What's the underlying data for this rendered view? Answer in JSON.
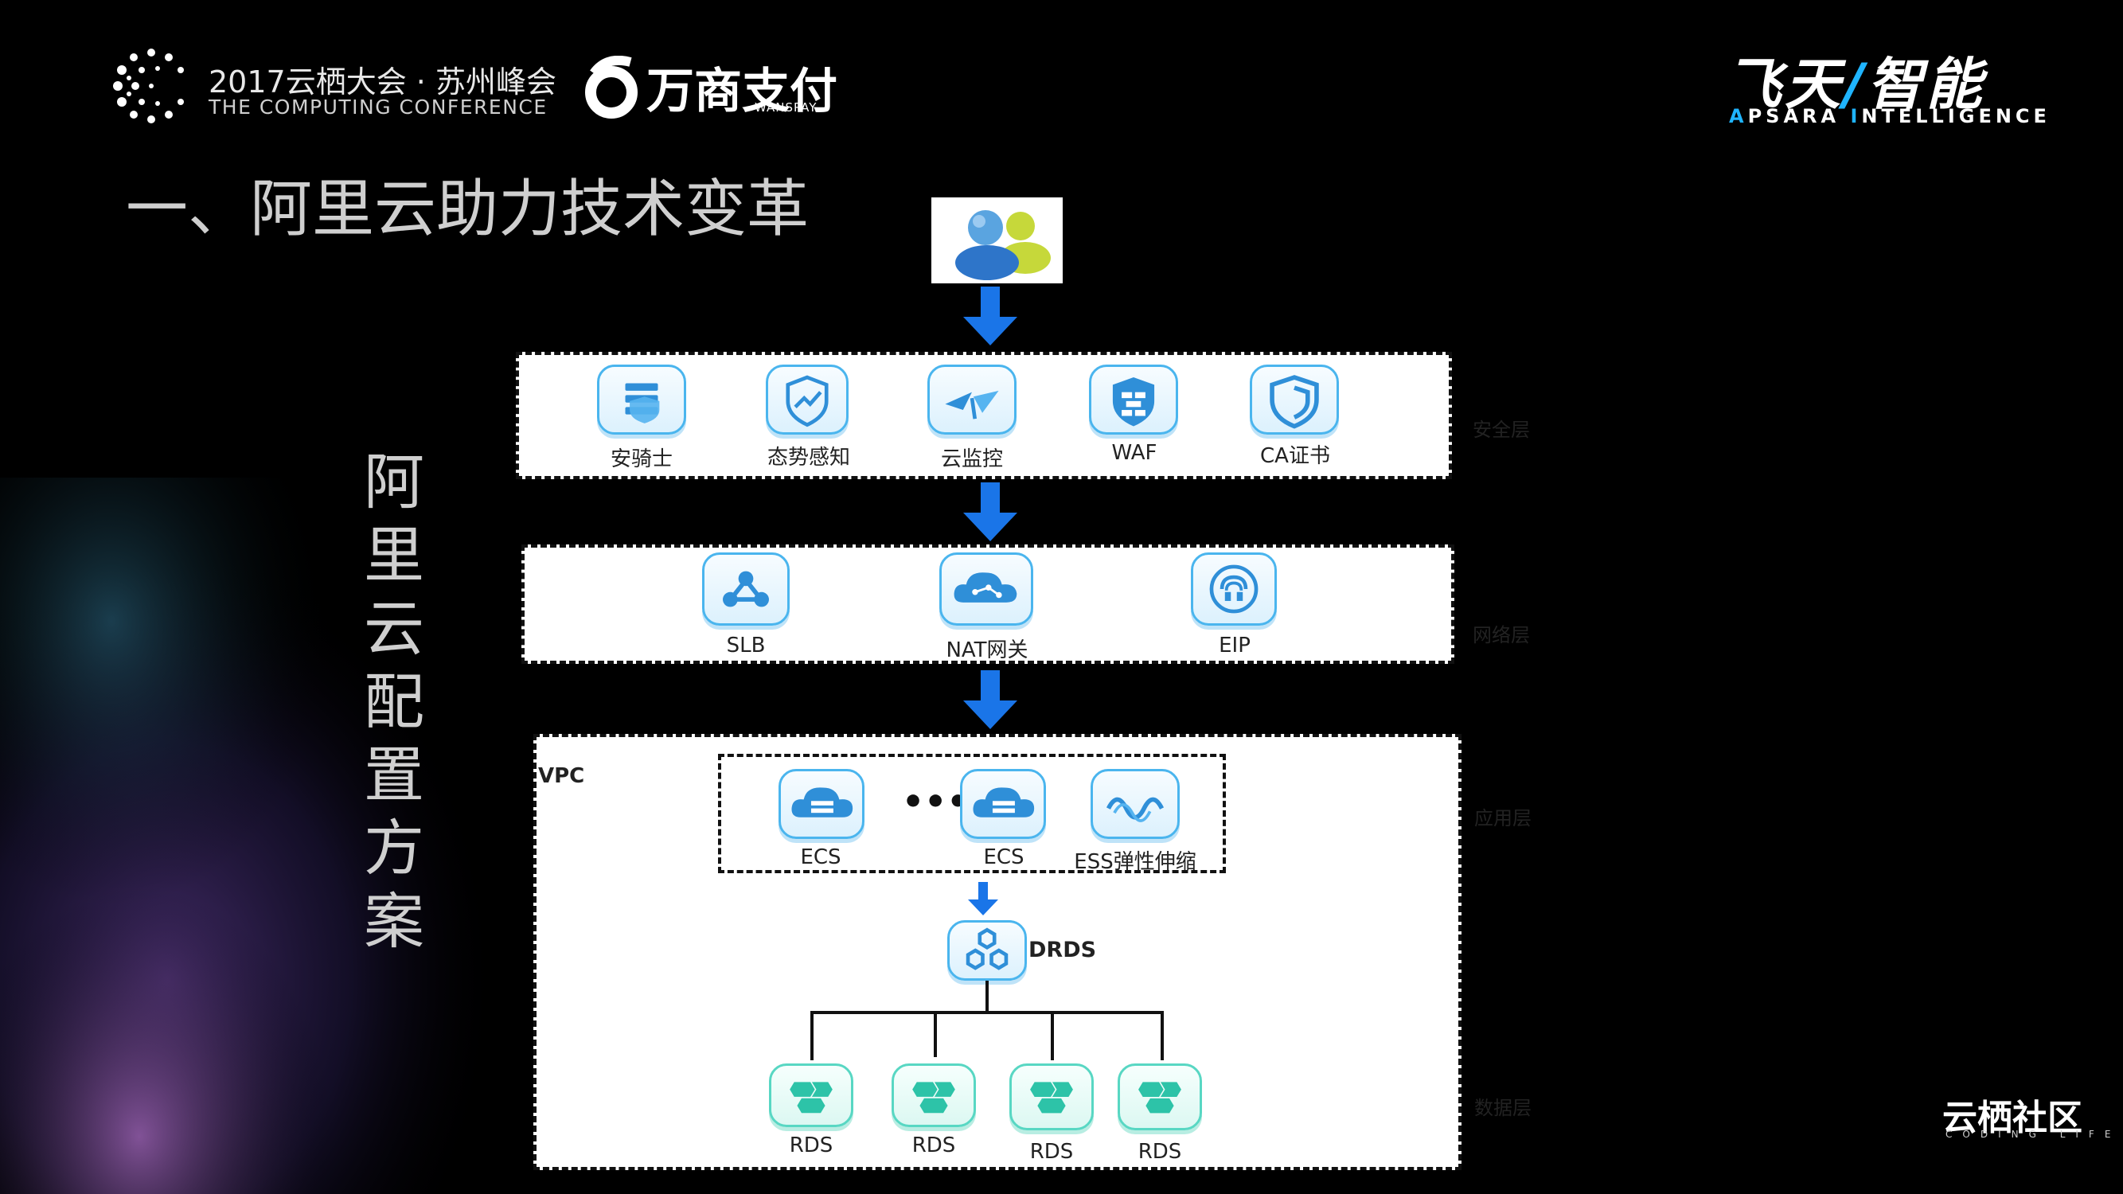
{
  "header": {
    "conference_title": "2017云栖大会 · 苏州峰会",
    "conference_subtitle": "THE COMPUTING CONFERENCE",
    "partner_name": "万商支付",
    "partner_sub": "WANSPAY",
    "brand_left": "飞天",
    "brand_slash": "/",
    "brand_right": "智能",
    "brand_en_a": "A",
    "brand_en_psara": "PSARA ",
    "brand_en_i": "I",
    "brand_en_ntelligence": "NTELLIGENCE"
  },
  "page": {
    "title": "一、阿里云助力技术变革",
    "vertical_title": "阿里云配置方案"
  },
  "diagram": {
    "security_layer": {
      "side_label": "安全层",
      "items": [
        {
          "label": "安骑士",
          "icon": "server-shield-icon"
        },
        {
          "label": "态势感知",
          "icon": "trend-shield-icon"
        },
        {
          "label": "云监控",
          "icon": "satellite-icon"
        },
        {
          "label": "WAF",
          "icon": "firewall-icon"
        },
        {
          "label": "CA证书",
          "icon": "certificate-icon"
        }
      ]
    },
    "network_layer": {
      "side_label": "网络层",
      "items": [
        {
          "label": "SLB",
          "icon": "load-balancer-icon"
        },
        {
          "label": "NAT网关",
          "icon": "nat-gateway-icon"
        },
        {
          "label": "EIP",
          "icon": "elastic-ip-icon"
        }
      ]
    },
    "application_layer": {
      "side_label": "应用层",
      "vpc_label": "VPC",
      "ellipsis": "•••",
      "items": [
        {
          "label": "ECS",
          "icon": "cloud-server-icon"
        },
        {
          "label": "ECS",
          "icon": "cloud-server-icon"
        },
        {
          "label": "ESS弹性伸缩",
          "icon": "auto-scaling-icon"
        }
      ],
      "drds_label": "DRDS"
    },
    "data_layer": {
      "side_label": "数据层",
      "items": [
        {
          "label": "RDS",
          "icon": "database-icon"
        },
        {
          "label": "RDS",
          "icon": "database-icon"
        },
        {
          "label": "RDS",
          "icon": "database-icon"
        },
        {
          "label": "RDS",
          "icon": "database-icon"
        }
      ]
    }
  },
  "footer": {
    "logo": "云栖社区",
    "logo_sub": "CODING LIFE"
  },
  "colors": {
    "background": "#000000",
    "arrow_blue": "#1a75e8",
    "icon_blue": "#4ab5ee",
    "icon_teal": "#58d7c3",
    "brand_blue": "#1fb4ff"
  }
}
